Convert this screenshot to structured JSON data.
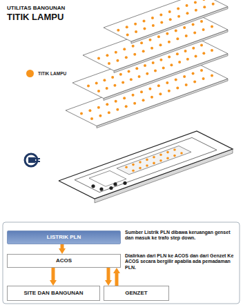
{
  "diagram": {
    "title": "TITIK LAMPU",
    "nodes": [
      {
        "text": [
          "LISTRIK PLN"
        ]
      },
      {
        "text": [
          "ACOS"
        ]
      },
      {
        "text": [
          "SITE DAN BANGUNAN"
        ]
      },
      {
        "text": [
          "GENZET"
        ]
      }
    ],
    "edges": [
      {
        "from": 0,
        "to": 1,
        "arrow": "to"
      },
      {
        "from": 1,
        "to": 2,
        "arrow": "to"
      },
      {
        "from": 1,
        "to": 3,
        "arrow": "to"
      },
      {
        "from": 3,
        "to": 1,
        "arrow": "to"
      }
    ],
    "labels": [
      "UTILITAS BANGUNAN",
      "Sumber Listrik PLN dibawa keruangan genset dan masuk ke trafo step down.",
      "Dialirkan dari PLN ke ACOS dan dari Genzet Ke ACOS secara bergilir apabila ada pemadaman PLN."
    ],
    "legend": [
      {
        "text": "TITIK LAMPU",
        "color": "#f7941d"
      }
    ]
  }
}
